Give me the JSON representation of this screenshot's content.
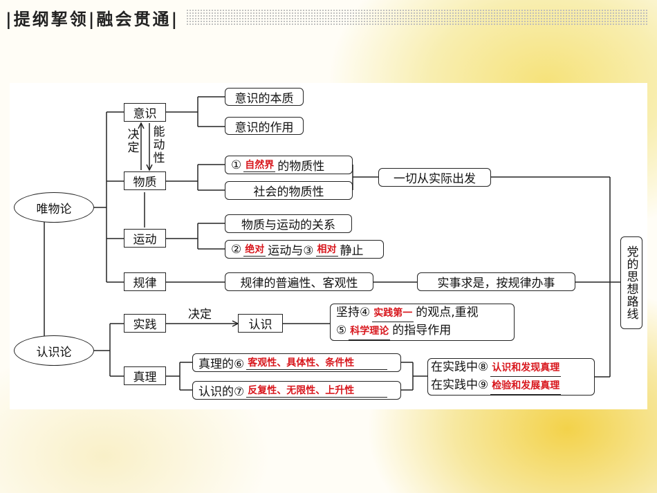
{
  "header": {
    "title": "|提纲挈领|融会贯通|"
  },
  "nodes": {
    "materialism": "唯物论",
    "epistemology": "认识论",
    "consciousness": "意识",
    "matter": "物质",
    "motion": "运动",
    "law": "规律",
    "practice": "实践",
    "cognition": "认识",
    "truth": "真理",
    "consciousness_essence": "意识的本质",
    "consciousness_role": "意识的作用",
    "nature_prefix": "①",
    "nature_answer": "自然界",
    "nature_suffix": "的物质性",
    "society_materiality": "社会的物质性",
    "matter_motion_relation": "物质与运动的关系",
    "absolute_prefix": "②",
    "absolute_answer": "绝对",
    "absolute_mid": "运动与③",
    "relative_answer": "相对",
    "relative_suffix": "静止",
    "law_universality": "规律的普遍性、客观性",
    "proceed_from_reality": "一切从实际出发",
    "seek_truth": "实事求是，按规律办事",
    "practice_line1_prefix": "坚持④",
    "practice_first_answer": "实践第一",
    "practice_line1_suffix": "的观点,重视",
    "practice_line2_prefix": "⑤",
    "science_theory_answer": "科学理论",
    "practice_line2_suffix": "的指导作用",
    "truth_prefix": "真理的⑥",
    "truth_answer": "客观性、具体性、条件性",
    "cognition_prefix": "认识的⑦",
    "cognition_answer": "反复性、无限性、上升性",
    "discover_prefix": "在实践中⑧",
    "discover_answer": "认识和发现真理",
    "verify_prefix": "在实践中⑨",
    "verify_answer": "检验和发展真理",
    "party_line": "党的思想路线"
  },
  "labels": {
    "decides_vertical": "决定",
    "initiative_vertical": "能动性",
    "decides": "决定"
  },
  "colors": {
    "answer_red": "#d8161c"
  }
}
